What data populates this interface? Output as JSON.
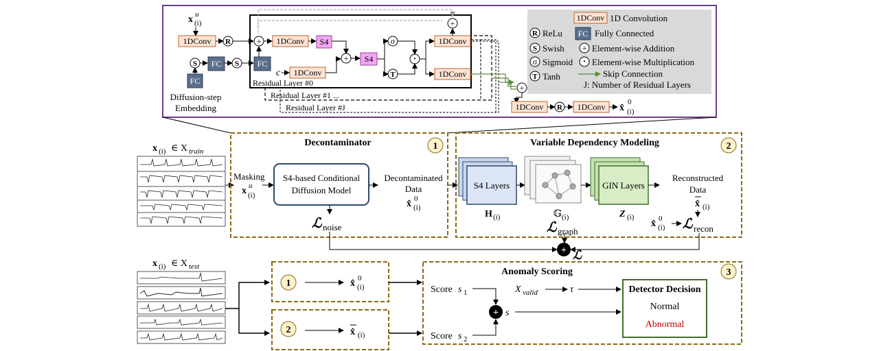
{
  "detail": {
    "input_x": "x",
    "input_sup": "u",
    "input_sub": "(i)",
    "conv": "1DConv",
    "fc": "FC",
    "s4": "S4",
    "cond_c": "c",
    "res0": "Residual Layer #0",
    "res1": "Residual Layer #1 ...",
    "resJ": "Residual Layer #J",
    "diff_embed_1": "Diffusion-step",
    "diff_embed_2": "Embedding",
    "out_x": "x̂",
    "out_sup": "0",
    "out_sub": "(i)",
    "symbols": {
      "relu": "R",
      "swish": "S",
      "sigma": "σ",
      "tanh": "T",
      "plus": "+",
      "dot": "·"
    }
  },
  "legend": {
    "items": [
      {
        "label": "1D Convolution"
      },
      {
        "label": "ReLu"
      },
      {
        "label": "Fully Connected"
      },
      {
        "label": "Swish"
      },
      {
        "label": "Element-wise Addition"
      },
      {
        "label": "Sigmoid"
      },
      {
        "label": "Element-wise Multiplication"
      },
      {
        "label": "Skip Connection"
      },
      {
        "label": "Tanh"
      },
      {
        "label": "J:  Number of Residual Layers"
      }
    ]
  },
  "train": {
    "label_x": "x",
    "label_sub": "(i)",
    "label_rest": " ∈ X",
    "label_set": "train"
  },
  "test": {
    "label_x": "x",
    "label_sub": "(i)",
    "label_rest": " ∈ X",
    "label_set": "test"
  },
  "decontaminator": {
    "title": "Decontaminator",
    "num": "1",
    "masking": "Masking",
    "model_1": "S4-based Conditional",
    "model_2": "Diffusion Model",
    "output_1": "Decontaminated",
    "output_2": "Data",
    "loss": "ℒ",
    "loss_sub": "noise"
  },
  "vdm": {
    "title": "Variable Dependency Modeling",
    "num": "2",
    "s4_layers": "S4 Layers",
    "h": "H",
    "g": "𝔾",
    "loss_graph": "ℒ",
    "loss_graph_sub": "graph",
    "gin": "GIN Layers",
    "z": "Z",
    "recon_1": "Reconstructed",
    "recon_2": "Data",
    "loss_recon": "ℒ",
    "loss_recon_sub": "recon",
    "total_loss": "ℒ"
  },
  "bottom": {
    "box1_num": "1",
    "box2_num": "2",
    "title": "Anomaly Scoring",
    "num": "3",
    "score1": "Score ",
    "s1": "s",
    "s1_sub": "1",
    "score2": "Score ",
    "s2": "s",
    "s2_sub": "2",
    "s": "s",
    "x_valid": "X",
    "x_valid_sub": "valid",
    "tau": "τ",
    "decision_title": "Detector Decision",
    "normal": "Normal",
    "abnormal": "Abnormal"
  }
}
